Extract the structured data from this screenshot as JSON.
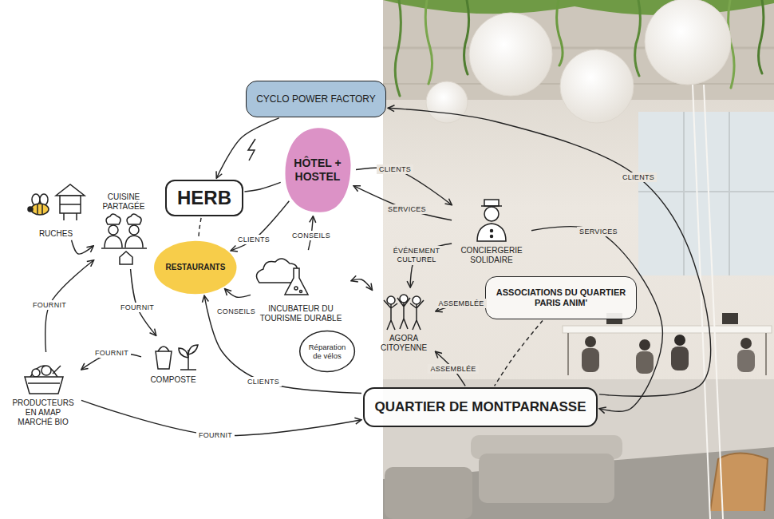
{
  "diagram": {
    "nodes": [
      {
        "text": [
          "CYCLO POWER FACTORY"
        ]
      },
      {
        "text": [
          "HÔTEL + HOSTEL"
        ]
      },
      {
        "text": [
          "HERB"
        ]
      },
      {
        "text": [
          "RUCHES"
        ]
      },
      {
        "text": [
          "CUISINE PARTAGÉE"
        ]
      },
      {
        "text": [
          "RESTAURANTS"
        ]
      },
      {
        "text": [
          "INCUBATEUR DU TOURISME DURABLE"
        ]
      },
      {
        "text": [
          "CONCIERGERIE SOLIDAIRE"
        ]
      },
      {
        "text": [
          "ASSOCIATIONS DU QUARTIER PARIS ANIM'"
        ]
      },
      {
        "text": [
          "AGORA CITOYENNE"
        ]
      },
      {
        "text": [
          "Réparation de vélos"
        ]
      },
      {
        "text": [
          "COMPOSTE"
        ]
      },
      {
        "text": [
          "PRODUCTEURS EN AMAP MARCHÉ BIO"
        ]
      },
      {
        "text": [
          "QUARTIER DE MONTPARNASSE"
        ]
      }
    ],
    "edges": [
      {
        "from": 0,
        "to": 2,
        "arrow": "to"
      },
      {
        "from": 1,
        "to": 2,
        "arrow": "none"
      },
      {
        "from": 2,
        "to": 5,
        "arrow": "none"
      },
      {
        "from": 1,
        "to": 5,
        "label": "CLIENTS",
        "arrow": "to"
      },
      {
        "from": 6,
        "to": 1,
        "label": "CONSEILS",
        "arrow": "to"
      },
      {
        "from": 6,
        "to": 5,
        "label": "CONSEILS",
        "arrow": "to"
      },
      {
        "from": 6,
        "to": 9,
        "arrow": "both"
      },
      {
        "from": 13,
        "to": 5,
        "label": "CLIENTS",
        "arrow": "to"
      },
      {
        "from": 1,
        "to": 7,
        "label": "CLIENTS",
        "arrow": "to"
      },
      {
        "from": 7,
        "to": 1,
        "label": "SERVICES",
        "arrow": "to"
      },
      {
        "from": 7,
        "to": 13,
        "label": "SERVICES",
        "arrow": "to"
      },
      {
        "from": 13,
        "to": 0,
        "label": "CLIENTS",
        "arrow": "to"
      },
      {
        "from": 7,
        "to": 9,
        "label": "ÉVÉNEMENT CULTUREL",
        "arrow": "to"
      },
      {
        "from": 8,
        "to": 9,
        "label": "ASSEMBLÉE",
        "arrow": "to"
      },
      {
        "from": 13,
        "to": 9,
        "label": "ASSEMBLÉE",
        "arrow": "to"
      },
      {
        "from": 8,
        "to": 13,
        "arrow": "none"
      },
      {
        "from": 12,
        "to": 13,
        "label": "FOURNIT",
        "arrow": "to"
      },
      {
        "from": 12,
        "to": 4,
        "label": "FOURNIT",
        "arrow": "to"
      },
      {
        "from": 4,
        "to": 11,
        "label": "FOURNIT",
        "arrow": "to"
      },
      {
        "from": 11,
        "to": 12,
        "label": "FOURNIT",
        "arrow": "to"
      },
      {
        "from": 3,
        "to": 4,
        "arrow": "to"
      }
    ]
  }
}
